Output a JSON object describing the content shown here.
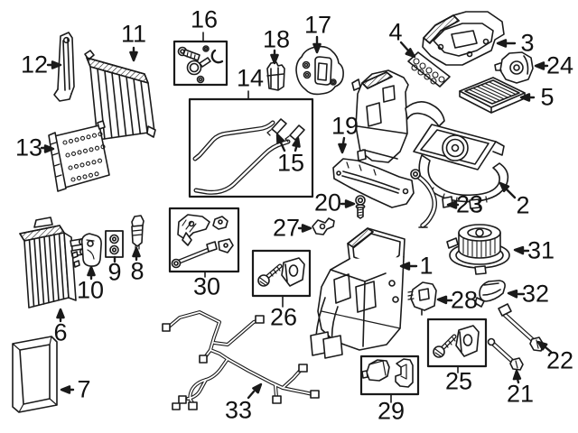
{
  "diagram": {
    "kind": "exploded-parts-diagram",
    "description": "Black line-art exploded parts diagram with numbered callouts 1-33 and arrows",
    "background_color": "#ffffff",
    "line_color": "#1a1a1a",
    "label_color": "#111111",
    "callout_count": 33,
    "callouts": [
      "1",
      "2",
      "3",
      "4",
      "5",
      "6",
      "7",
      "8",
      "9",
      "10",
      "11",
      "12",
      "13",
      "14",
      "15",
      "16",
      "17",
      "18",
      "19",
      "20",
      "21",
      "22",
      "23",
      "24",
      "25",
      "26",
      "27",
      "28",
      "29",
      "30",
      "31",
      "32",
      "33"
    ],
    "boxed_groups": [
      "14",
      "16",
      "25",
      "26",
      "29",
      "30"
    ]
  }
}
